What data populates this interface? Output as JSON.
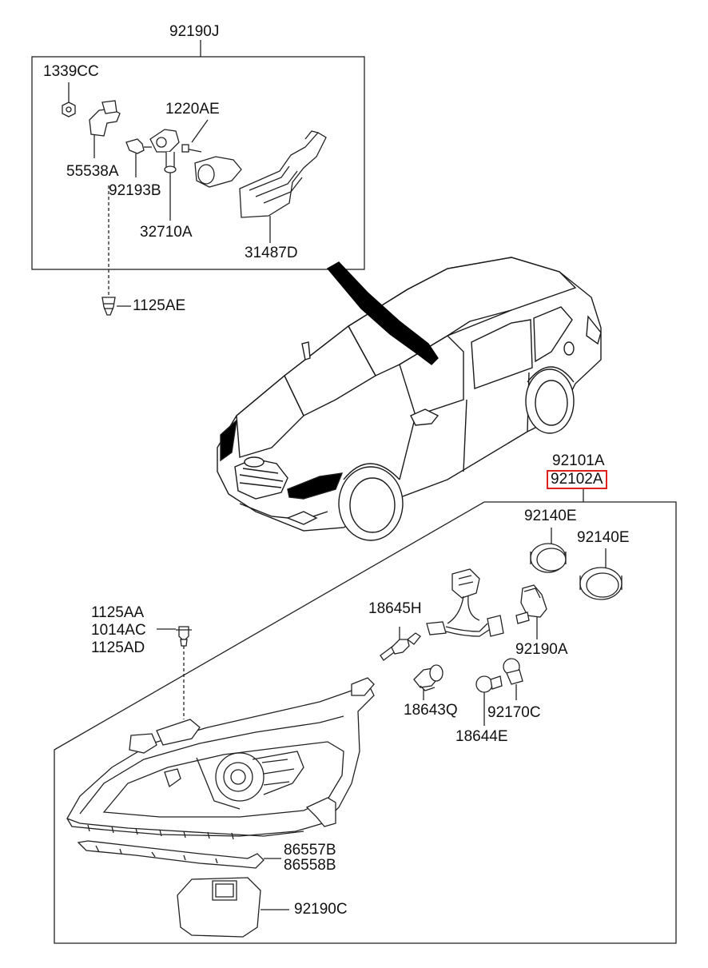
{
  "upper_group": {
    "assembly": "92190J",
    "parts": {
      "nut": "1339CC",
      "screw_top": "1220AE",
      "bracket": "55538A",
      "bolt": "92193B",
      "actuator": "32710A",
      "sensor": "31487D",
      "screw_bottom": "1125AE"
    }
  },
  "lower_group": {
    "assembly_lh": "92101A",
    "assembly_rh": "92102A",
    "highlighted": "92102A",
    "parts": {
      "cap_1": "92140E",
      "cap_2": "92140E",
      "bolt_a": "1125AA",
      "bolt_b": "1014AC",
      "bolt_c": "1125AD",
      "bulb_h": "18645H",
      "socket": "92190A",
      "bulb_q": "18643Q",
      "socket_c": "92170C",
      "bulb_e": "18644E",
      "trim_lh": "86557B",
      "trim_rh": "86558B",
      "ballast": "92190C"
    }
  },
  "colors": {
    "highlight": "#e0201c",
    "line": "#111111"
  }
}
